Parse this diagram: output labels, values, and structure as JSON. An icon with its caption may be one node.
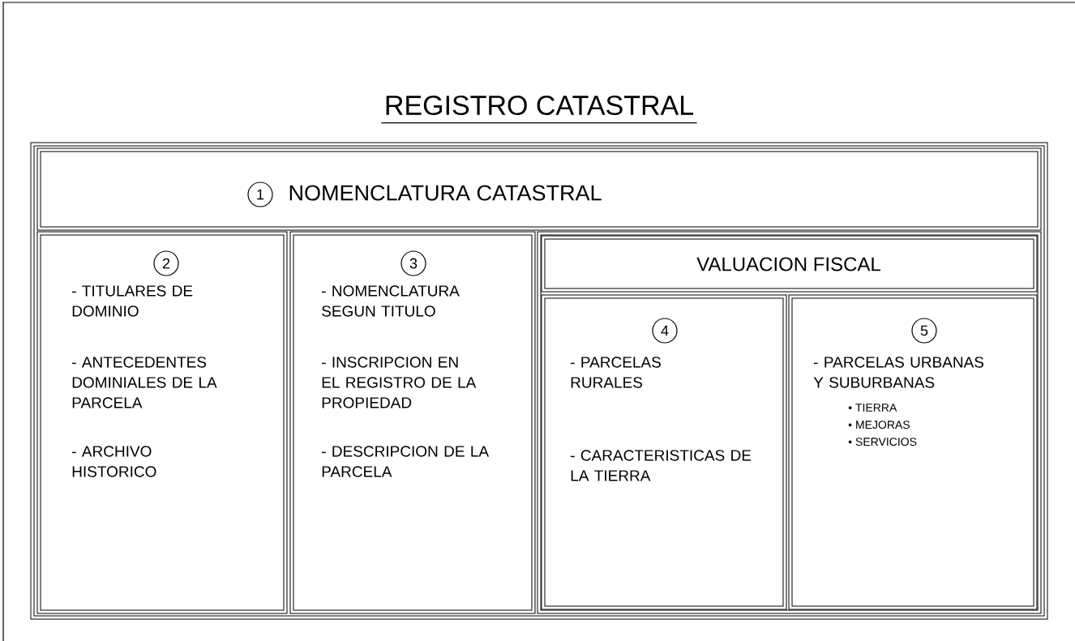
{
  "diagram": {
    "title": "REGISTRO CATASTRAL",
    "nodes": [
      {
        "text": [],
        "shape": "box"
      },
      {
        "text": [
          "NOMENCLATURA CATASTRAL"
        ],
        "in": 0
      },
      {
        "text": [
          "1"
        ],
        "in": 1
      },
      {
        "text": [
          "- TITULARES DE DOMINIO",
          "- ANTECEDENTES DOMINIALES DE LA PARCELA",
          "- ARCHIVO HISTORICO"
        ],
        "in": 0
      },
      {
        "text": [
          "2"
        ],
        "in": 3
      },
      {
        "text": [
          "- NOMENCLATURA SEGUN TITULO",
          "- INSCRIPCION EN EL REGISTRO DE LA PROPIEDAD",
          "- DESCRIPCION DE LA PARCELA"
        ],
        "in": 0
      },
      {
        "text": [
          "3"
        ],
        "in": 5
      },
      {
        "text": [],
        "shape": "box",
        "in": 0
      },
      {
        "text": [
          "VALUACION FISCAL"
        ],
        "in": 7
      },
      {
        "text": [
          "- PARCELAS RURALES",
          "- CARACTERISTICAS DE LA TIERRA"
        ],
        "in": 7
      },
      {
        "text": [
          "4"
        ],
        "in": 9
      },
      {
        "text": [
          "- PARCELAS URBANAS Y SUBURBANAS",
          "• TIERRA",
          "• MEJORAS",
          "• SERVICIOS"
        ],
        "in": 7
      },
      {
        "text": [
          "5"
        ],
        "in": 11
      }
    ]
  }
}
